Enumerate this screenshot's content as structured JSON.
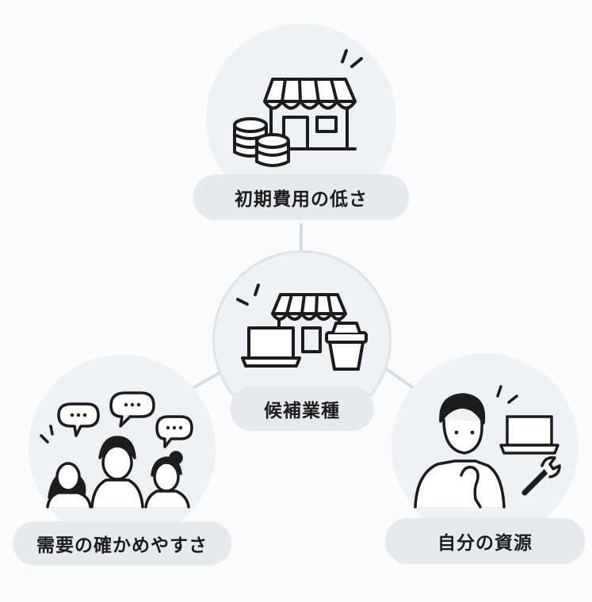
{
  "diagram": {
    "center": {
      "label": "候補業種",
      "icon": "storefront-laptop-cup-icon"
    },
    "nodes": [
      {
        "id": "top",
        "label": "初期費用の低さ",
        "icon": "shop-coins-icon"
      },
      {
        "id": "left",
        "label": "需要の確かめやすさ",
        "icon": "people-chat-icon"
      },
      {
        "id": "right",
        "label": "自分の資源",
        "icon": "person-laptop-wrench-icon"
      }
    ],
    "colors": {
      "circle": "#eef1f5",
      "pill": "#e6eaef",
      "line": "#dbe1e8",
      "ink": "#1c1c1c"
    }
  }
}
